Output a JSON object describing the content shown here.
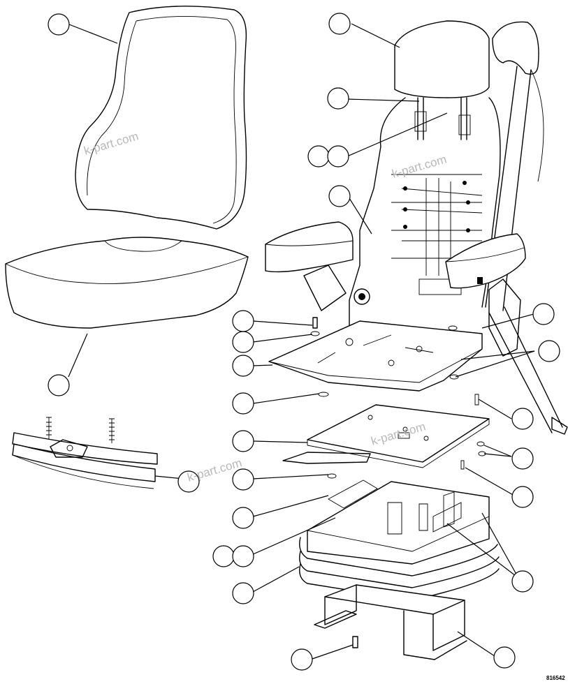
{
  "watermark": "k-part.com",
  "drawing_number": "816542",
  "balloons": [
    {
      "id": "b1"
    },
    {
      "id": "b2"
    },
    {
      "id": "b3"
    },
    {
      "id": "b4a"
    },
    {
      "id": "b4b"
    },
    {
      "id": "b5"
    },
    {
      "id": "b6"
    },
    {
      "id": "b7"
    },
    {
      "id": "b8"
    },
    {
      "id": "b9"
    },
    {
      "id": "b10"
    },
    {
      "id": "b11"
    },
    {
      "id": "b12"
    },
    {
      "id": "b13"
    },
    {
      "id": "b14"
    },
    {
      "id": "b15"
    },
    {
      "id": "b16"
    },
    {
      "id": "b17"
    },
    {
      "id": "b18"
    },
    {
      "id": "b19"
    },
    {
      "id": "b20"
    },
    {
      "id": "b21"
    },
    {
      "id": "b22a"
    },
    {
      "id": "b22b"
    },
    {
      "id": "b23"
    },
    {
      "id": "b24"
    },
    {
      "id": "b25"
    },
    {
      "id": "b26"
    }
  ],
  "colors": {
    "line": "#000000",
    "background": "#ffffff",
    "watermark": "#b8b8b8"
  }
}
